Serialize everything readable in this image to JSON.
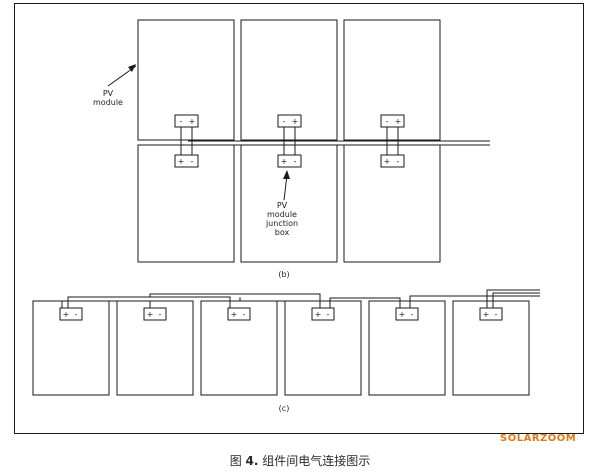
{
  "labels": {
    "pv_module": [
      "PV",
      "module"
    ],
    "junction_box": [
      "PV",
      "module",
      "junction",
      "box"
    ],
    "panel_b": "(b)",
    "panel_c": "(c)"
  },
  "box_terminals": {
    "minus": "-",
    "plus": "+"
  },
  "caption": {
    "prefix": "图",
    "number": "4.",
    "text": "组件间电气连接图示"
  },
  "watermark": "SOLARZOOM",
  "colors": {
    "line": "#1a1a1a",
    "watermark": "#e07a16"
  }
}
